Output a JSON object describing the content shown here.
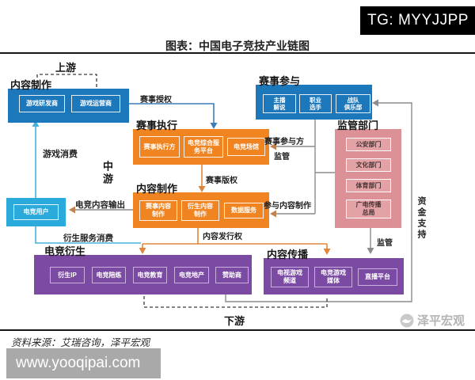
{
  "badge": {
    "text": "TG: MYYJJPP"
  },
  "title": "图表：中国电子竞技产业链图",
  "stages": {
    "upstream": "上游",
    "midstream": "中游",
    "downstream": "下游"
  },
  "boxes": {
    "content_production_top": {
      "label": "内容制作",
      "items": [
        "游戏研发商",
        "游戏运营商"
      ]
    },
    "event_participation": {
      "label": "赛事参与",
      "items": [
        "主播\n解说",
        "职业\n选手",
        "战队\n俱乐部"
      ]
    },
    "event_execution": {
      "label": "赛事执行",
      "items": [
        "赛事执行方",
        "电竞综合服\n务平台",
        "电竞场馆"
      ]
    },
    "regulators": {
      "label": "监管部门",
      "items": [
        "公安部门",
        "文化部门",
        "体育部门",
        "广电传播\n总局"
      ]
    },
    "content_production_mid": {
      "label": "内容制作",
      "items": [
        "赛事内容\n制作",
        "衍生内容\n制作",
        "数据服务"
      ]
    },
    "esports_users": {
      "label": "电竞用户"
    },
    "esports_derivatives": {
      "label": "电竞衍生",
      "items": [
        "衍生IP",
        "电竞陪练",
        "电竞教育",
        "电竞地产",
        "赞助商"
      ]
    },
    "content_distribution": {
      "label": "内容传播",
      "items": [
        "电视游戏\n频道",
        "电竞游戏\n媒体",
        "直播平台"
      ]
    }
  },
  "flows": {
    "event_authorization": "赛事授权",
    "game_consumption": "游戏消费",
    "esports_content_output": "电竞内容输出",
    "derivative_service_consumption": "衍生服务消费",
    "event_copyright": "赛事版权",
    "content_distribution_rights": "内容发行权",
    "event_participants": "赛事参与方",
    "regulation_execution": "监管",
    "participate_content_production": "参与内容制作",
    "regulation_distribution": "监管",
    "funding_support": "资金支持"
  },
  "colors": {
    "blue": "#1c77bb",
    "cyan": "#2aabdc",
    "orange": "#f08420",
    "pink": "#db9196",
    "purple": "#7b4ba3"
  },
  "footer": {
    "source": "资料来源：艾瑞咨询，泽平宏观",
    "url": "www.yooqipai.com",
    "watermark": "泽平宏观"
  }
}
